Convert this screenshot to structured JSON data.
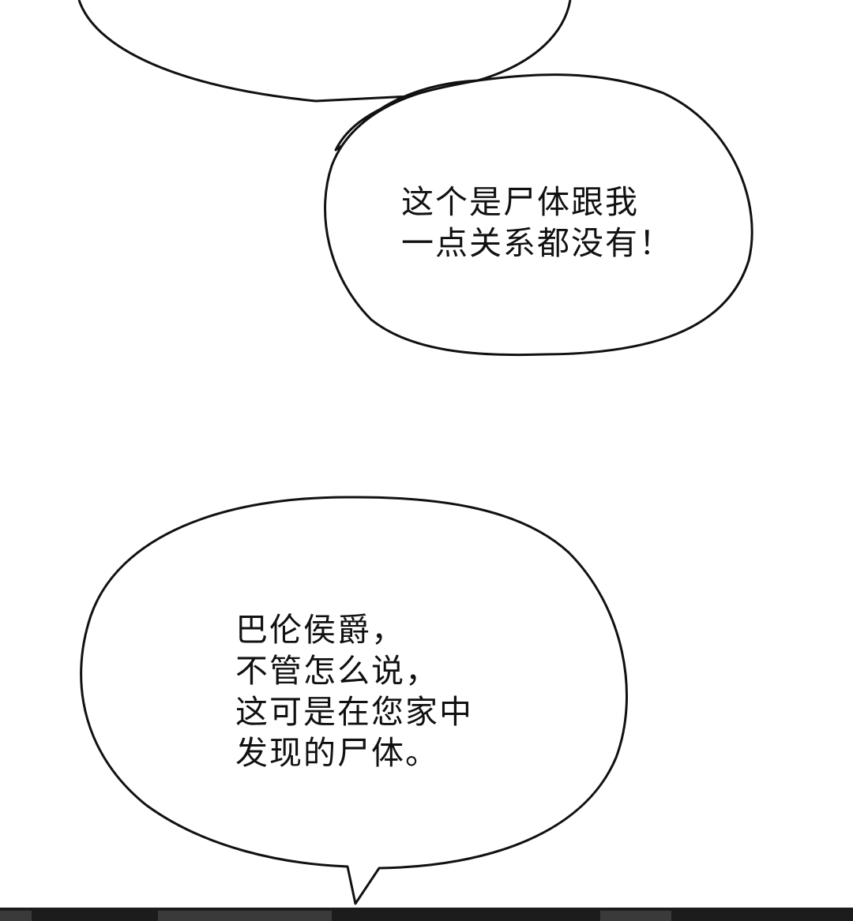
{
  "panel": {
    "background_color": "#ffffff",
    "stroke_color": "#111111",
    "text_color": "#111111"
  },
  "bubbles": [
    {
      "id": "bubble-top-partial",
      "lines": []
    },
    {
      "id": "bubble-middle",
      "lines": [
        "这个是尸体跟我",
        "一点关系都没有！"
      ]
    },
    {
      "id": "bubble-bottom",
      "lines": [
        "巴伦侯爵，",
        "不管怎么说，",
        "这可是在您家中",
        "发现的尸体。"
      ]
    }
  ],
  "bottom_bar": {
    "color": "#1c1c1c"
  }
}
